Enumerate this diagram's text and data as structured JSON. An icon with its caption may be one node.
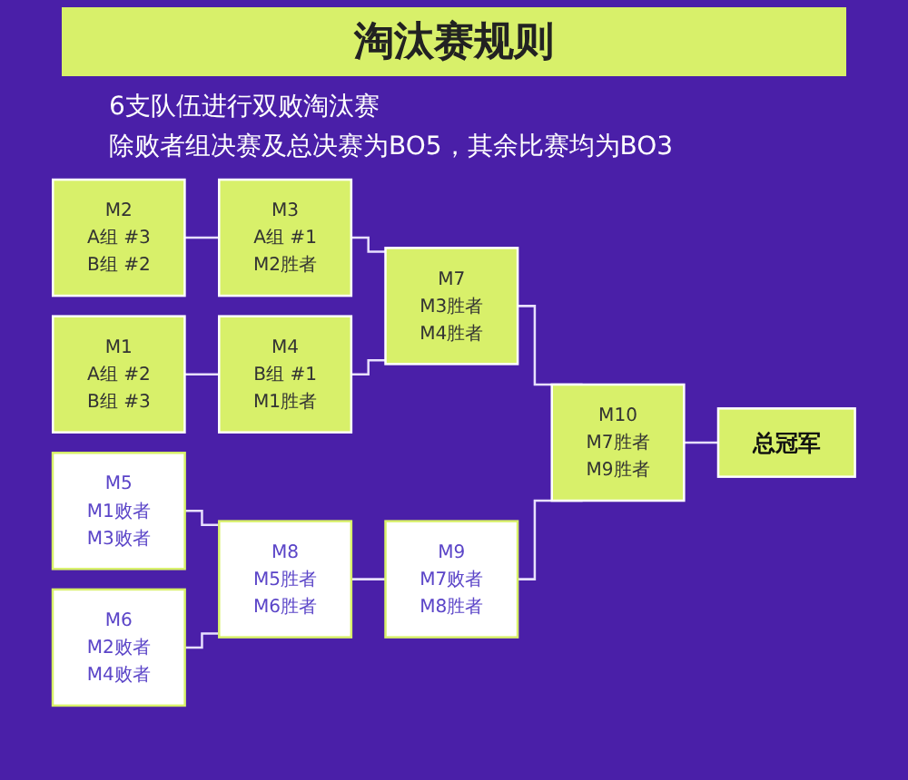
{
  "diagram": {
    "title": "淘汰赛规则",
    "nodes": [
      {
        "text": [
          "M1",
          "A组 #2",
          "B组 #3"
        ]
      },
      {
        "text": [
          "M2",
          "A组 #3",
          "B组 #2"
        ]
      },
      {
        "text": [
          "M3",
          "A组 #1",
          "M2胜者"
        ]
      },
      {
        "text": [
          "M4",
          "B组 #1",
          "M1胜者"
        ]
      },
      {
        "text": [
          "M5",
          "M1败者",
          "M3败者"
        ]
      },
      {
        "text": [
          "M6",
          "M2败者",
          "M4败者"
        ]
      },
      {
        "text": [
          "M7",
          "M3胜者",
          "M4胜者"
        ]
      },
      {
        "text": [
          "M8",
          "M5胜者",
          "M6胜者"
        ]
      },
      {
        "text": [
          "M9",
          "M7败者",
          "M8胜者"
        ]
      },
      {
        "text": [
          "M10",
          "M7胜者",
          "M9胜者"
        ]
      },
      {
        "text": [
          "总冠军"
        ]
      }
    ],
    "edges": [
      {
        "from": 0,
        "to": 3,
        "arrow": "none"
      },
      {
        "from": 1,
        "to": 2,
        "arrow": "none"
      },
      {
        "from": 2,
        "to": 6,
        "arrow": "none"
      },
      {
        "from": 3,
        "to": 6,
        "arrow": "none"
      },
      {
        "from": 4,
        "to": 7,
        "arrow": "none"
      },
      {
        "from": 5,
        "to": 7,
        "arrow": "none"
      },
      {
        "from": 7,
        "to": 8,
        "arrow": "none"
      },
      {
        "from": 6,
        "to": 9,
        "arrow": "none"
      },
      {
        "from": 8,
        "to": 9,
        "arrow": "none"
      },
      {
        "from": 9,
        "to": 10,
        "arrow": "none"
      }
    ],
    "labels": [
      "6支队伍进行双败淘汰赛",
      "除败者组决赛及总决赛为BO5，其余比赛均为BO3"
    ]
  }
}
